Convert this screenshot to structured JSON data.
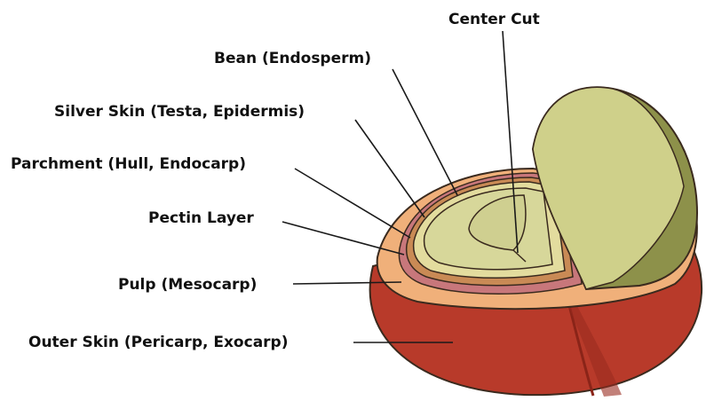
{
  "labels": {
    "center_cut": "Center Cut",
    "bean": "Bean (Endosperm)",
    "silver_skin": "Silver Skin (Testa, Epidermis)",
    "parchment": "Parchment (Hull, Endocarp)",
    "pectin": "Pectin Layer",
    "pulp": "Pulp (Mesocarp)",
    "outer_skin": "Outer Skin (Pericarp, Exocarp)"
  },
  "colors": {
    "outer_skin": "#b83a2a",
    "outer_skin_shadow": "#9a2c1f",
    "pulp": "#f0b07a",
    "pectin": "#c8777b",
    "parchment": "#c98a55",
    "silver_skin": "#e3dc9e",
    "bean": "#d7d79a",
    "bean_dark": "#8d914a",
    "outline": "#3a2a1e"
  }
}
